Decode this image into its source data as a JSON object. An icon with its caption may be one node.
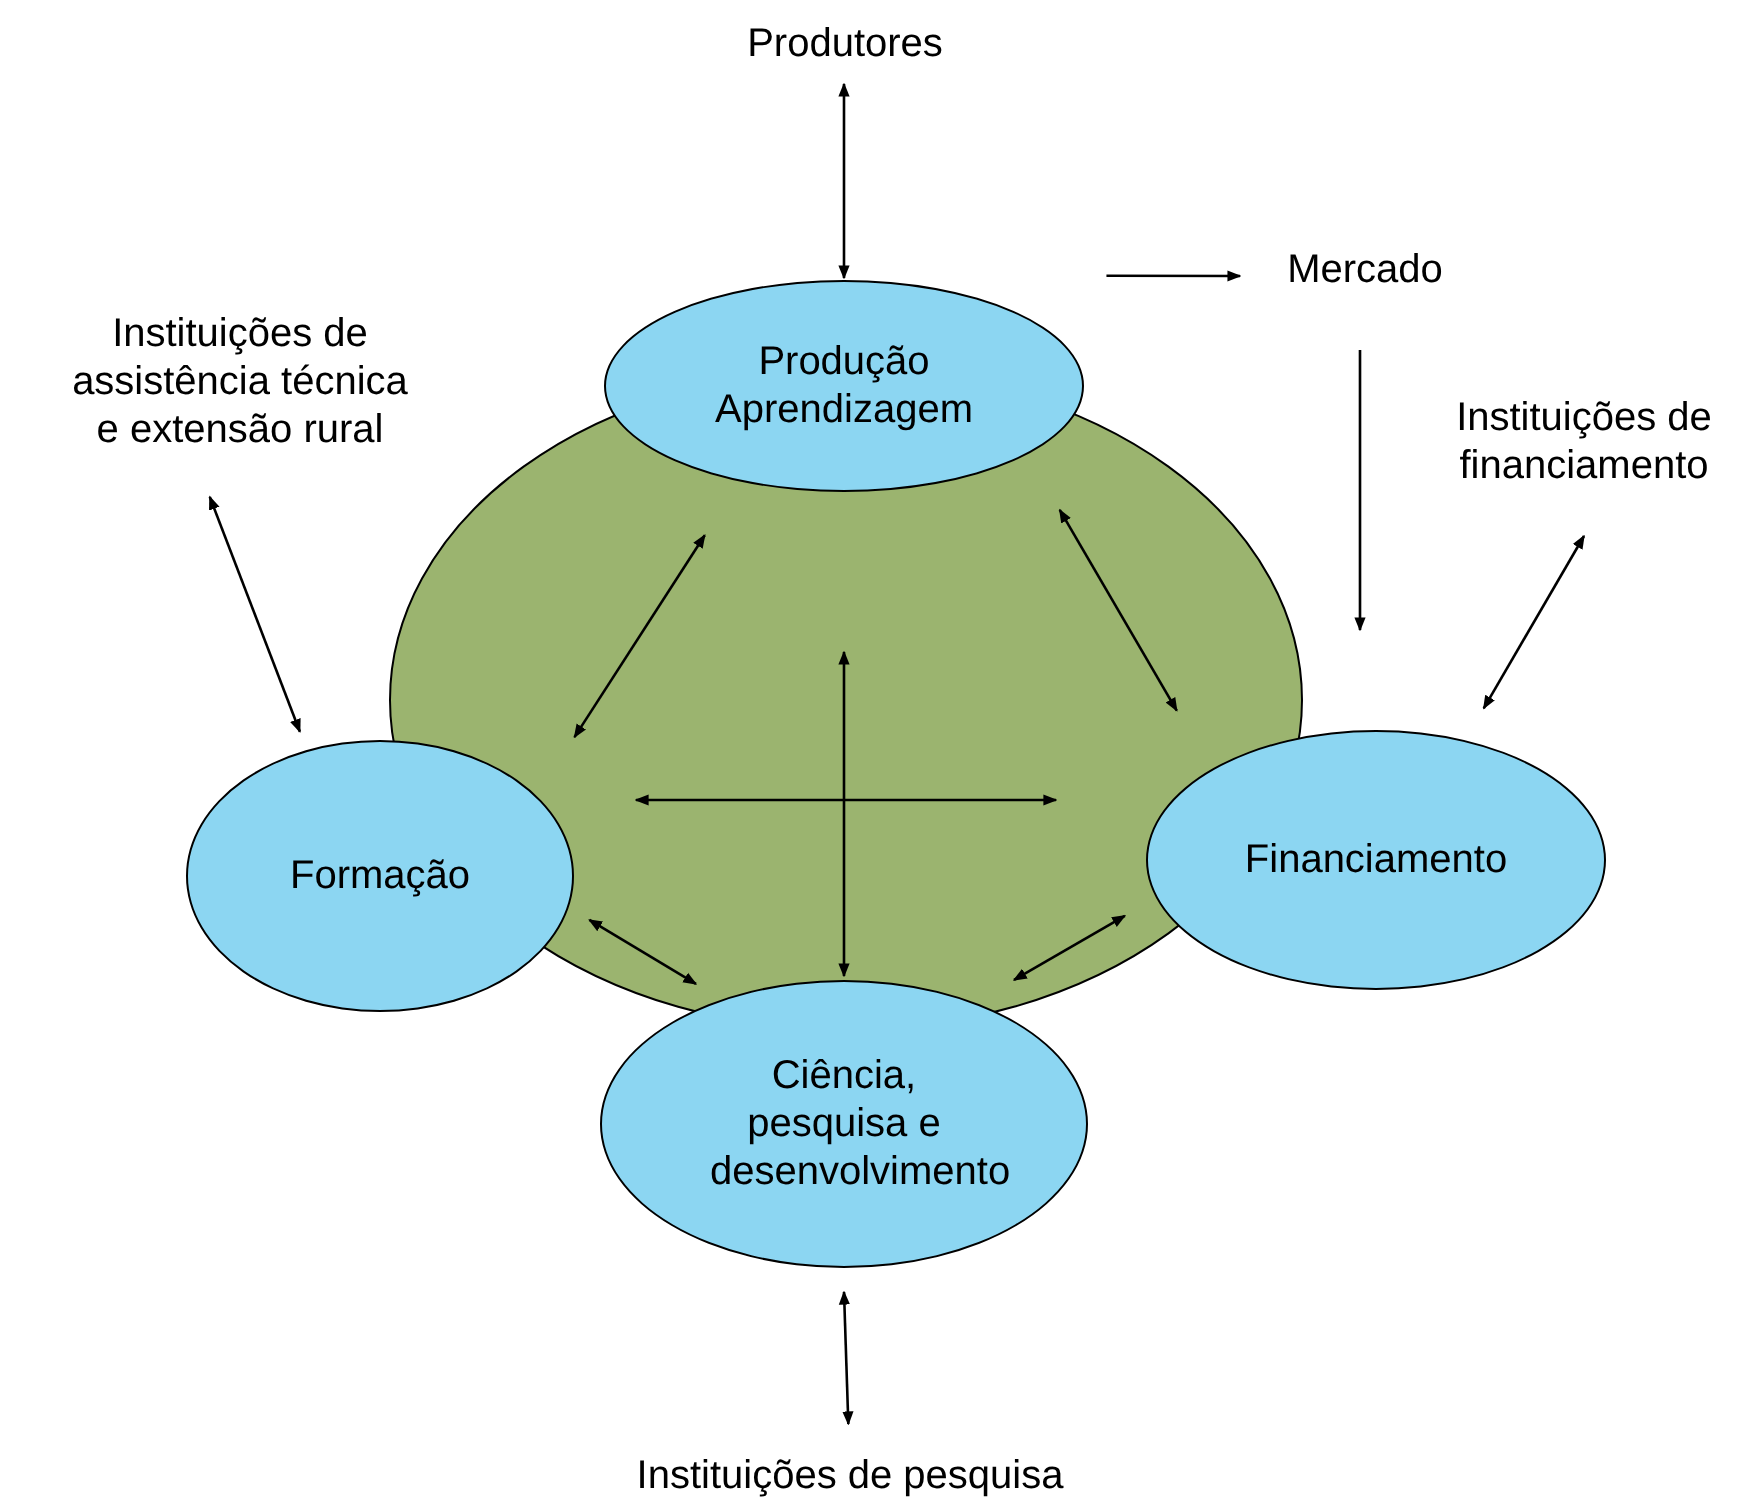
{
  "diagram": {
    "nodes": [
      {
        "text": [
          "Produção Aprendizagem"
        ]
      },
      {
        "text": [
          "Formação"
        ]
      },
      {
        "text": [
          "Financiamento"
        ]
      },
      {
        "text": [
          "Ciência, pesquisa e desenvolvimento"
        ]
      },
      {
        "text": [
          "Produtores"
        ]
      },
      {
        "text": [
          "Instituições de assistência técnica e extensão rural"
        ]
      },
      {
        "text": [
          "Mercado"
        ]
      },
      {
        "text": [
          "Instituições de financiamento"
        ]
      },
      {
        "text": [
          "Instituições de pesquisa"
        ]
      }
    ],
    "edges": [
      {
        "from": 4,
        "to": 0,
        "arrow": "both"
      },
      {
        "from": 5,
        "to": 1,
        "arrow": "both"
      },
      {
        "from": 0,
        "to": 6,
        "arrow": "to"
      },
      {
        "from": 6,
        "to": null,
        "arrow": "to"
      },
      {
        "from": 7,
        "to": 2,
        "arrow": "both"
      },
      {
        "from": 8,
        "to": 3,
        "arrow": "both"
      },
      {
        "from": 0,
        "to": 1,
        "arrow": "both"
      },
      {
        "from": 0,
        "to": 2,
        "arrow": "both"
      },
      {
        "from": 1,
        "to": 3,
        "arrow": "both"
      },
      {
        "from": 2,
        "to": 3,
        "arrow": "both"
      }
    ]
  }
}
